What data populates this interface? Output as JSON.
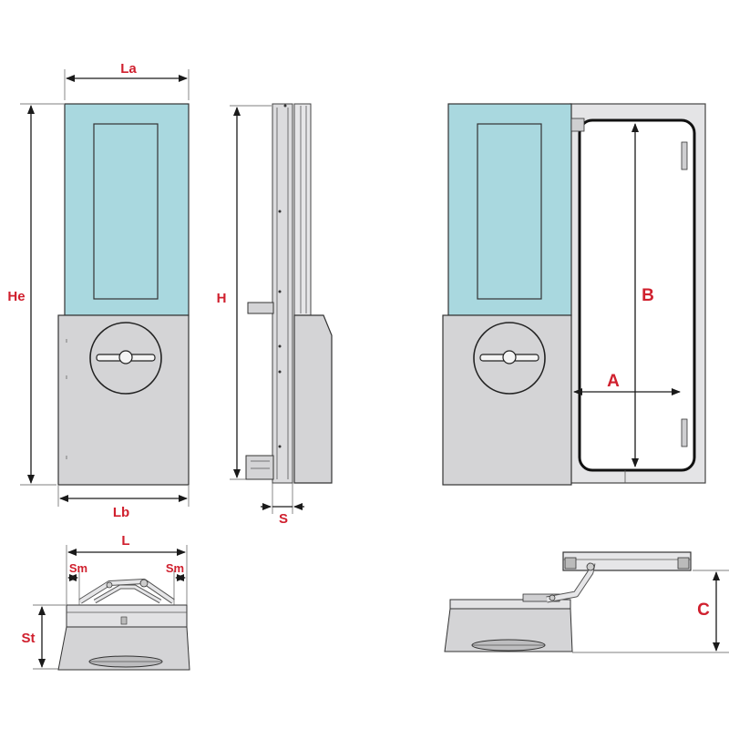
{
  "labels": {
    "La": "La",
    "He": "He",
    "Lb": "Lb",
    "H": "H",
    "S": "S",
    "A": "A",
    "B": "B",
    "L": "L",
    "Sm_left": "Sm",
    "Sm_right": "Sm",
    "St": "St",
    "C": "C"
  },
  "colors": {
    "label": "#d0202e",
    "glass": "#a9d8df",
    "body": "#d4d4d6",
    "line": "#1a1a1a"
  }
}
